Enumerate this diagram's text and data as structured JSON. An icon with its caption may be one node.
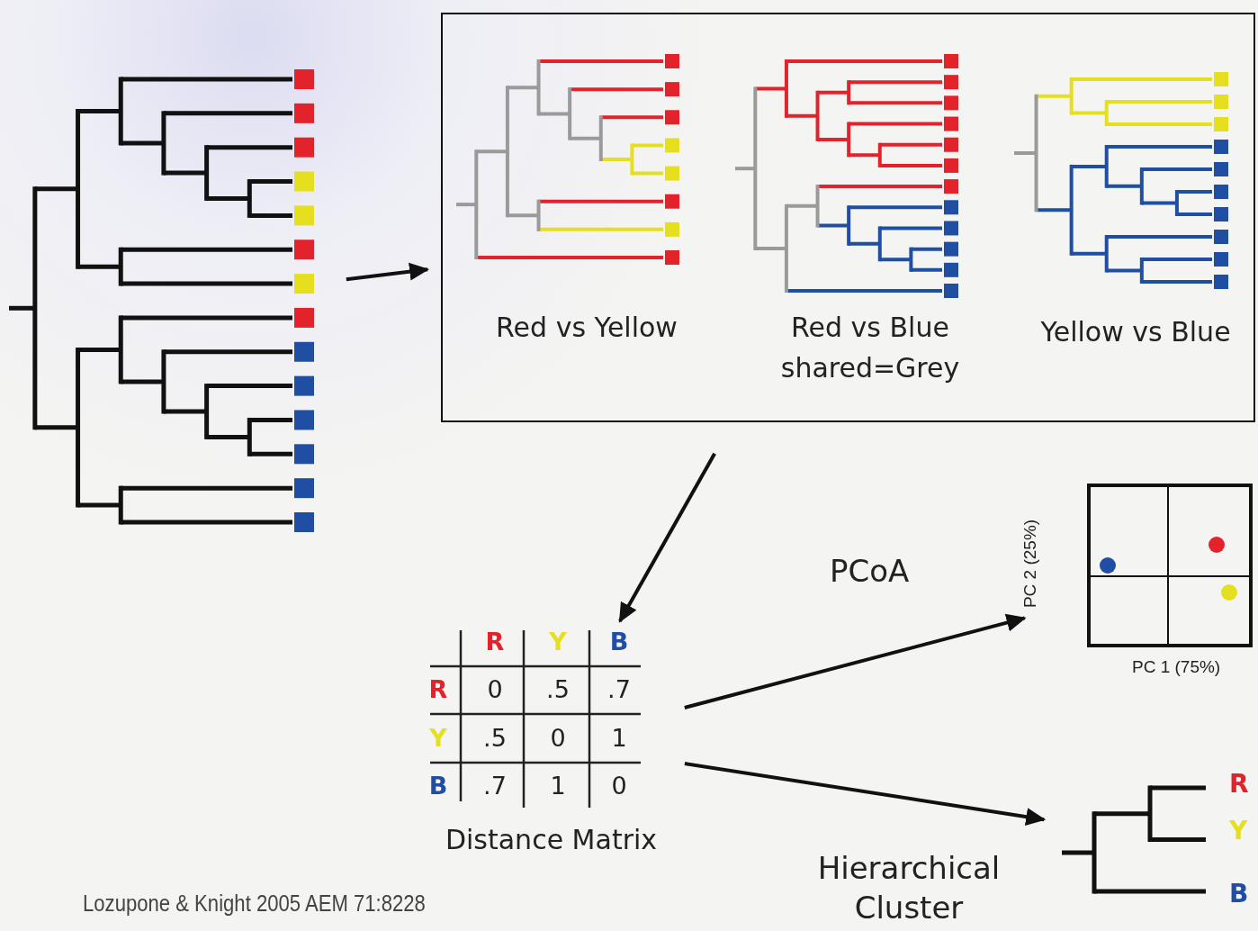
{
  "diagram": {
    "caption": "Lozupone & Knight 2005 AEM 71:8228",
    "nodes": [
      {
        "text": [],
        "shape": "picture"
      },
      {
        "text": [],
        "shape": "box"
      },
      {
        "text": [
          "Red vs Yellow"
        ],
        "in": 1
      },
      {
        "text": [
          "Red vs Blue",
          "shared=Grey"
        ],
        "in": 1
      },
      {
        "text": [
          "Yellow vs Blue"
        ],
        "in": 1
      },
      {
        "text": [
          "Distance Matrix"
        ]
      },
      {
        "text": [
          "PC 1 (75%)",
          "PC 2 (25%)"
        ]
      },
      {
        "text": [
          "R",
          "Y",
          "B"
        ]
      }
    ],
    "edges": [
      {
        "from": 0,
        "to": 1,
        "arrow": "to"
      },
      {
        "from": 1,
        "to": 5,
        "arrow": "to"
      },
      {
        "from": 5,
        "to": 6,
        "arrow": "to",
        "label": "PCoA"
      },
      {
        "from": 5,
        "to": 7,
        "arrow": "to",
        "label": "Hierarchical Cluster"
      }
    ],
    "labels": [
      "R",
      "Y",
      "B",
      "R",
      "0",
      ".5",
      ".7",
      "Y",
      ".5",
      "0",
      "1",
      "B",
      ".7",
      "1",
      "0"
    ]
  }
}
